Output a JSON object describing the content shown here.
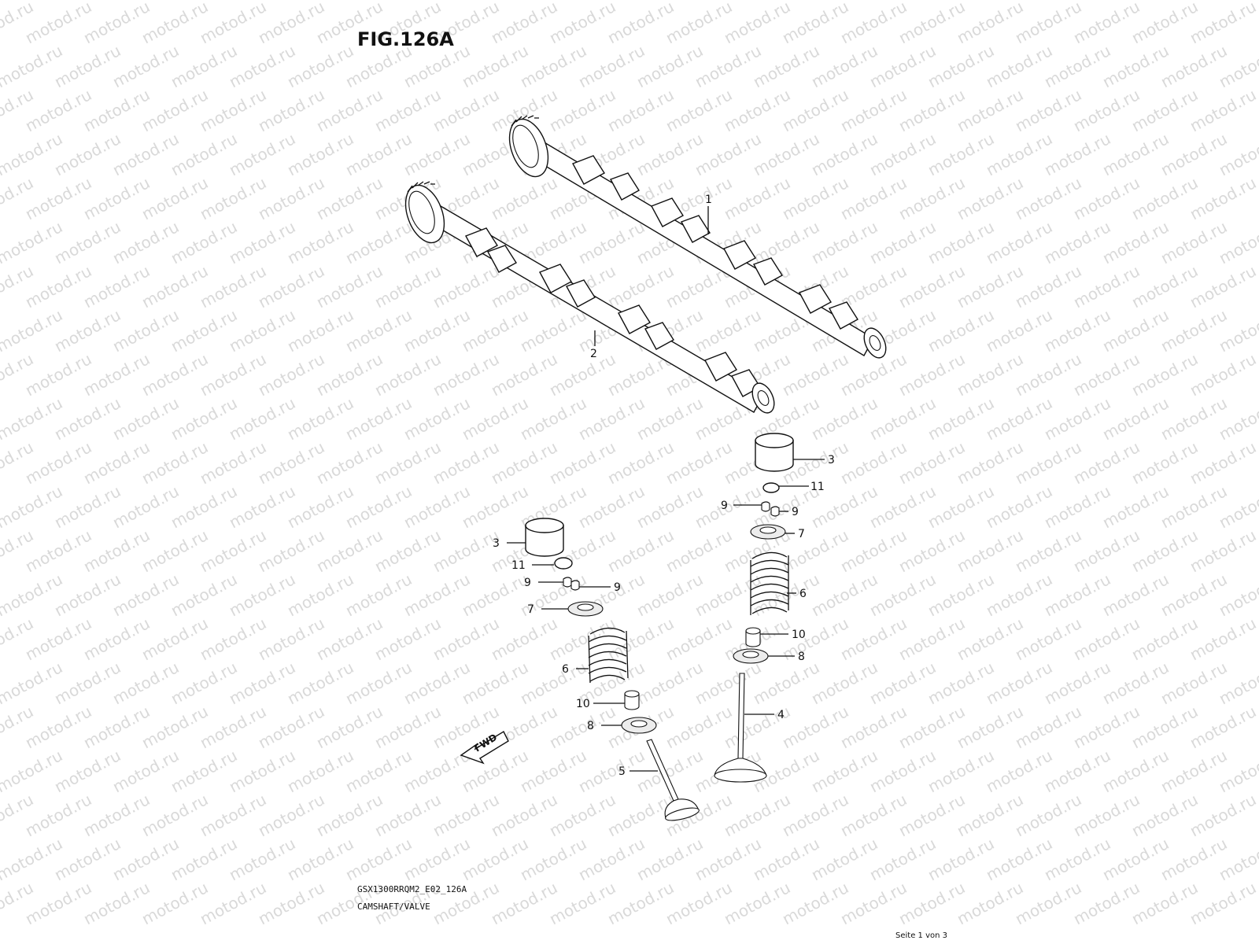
{
  "figure": {
    "title": "FIG.126A",
    "model_code": "GSX1300RRQM2_E02_126A",
    "caption": "CAMSHAFT/VALVE",
    "page_indicator": "Seite 1 von 3",
    "watermark_text": "motod.ru",
    "fwd_label": "FWD"
  },
  "callouts": [
    {
      "id": "cam-1",
      "label": "1"
    },
    {
      "id": "cam-2",
      "label": "2"
    },
    {
      "id": "tappet-right",
      "label": "3"
    },
    {
      "id": "shim-right",
      "label": "11"
    },
    {
      "id": "cotter-right-a",
      "label": "9"
    },
    {
      "id": "cotter-right-b",
      "label": "9"
    },
    {
      "id": "retainer-right",
      "label": "7"
    },
    {
      "id": "spring-right",
      "label": "6"
    },
    {
      "id": "seal-right",
      "label": "10"
    },
    {
      "id": "seat-right",
      "label": "8"
    },
    {
      "id": "valve-right",
      "label": "4"
    },
    {
      "id": "tappet-left",
      "label": "3"
    },
    {
      "id": "shim-left",
      "label": "11"
    },
    {
      "id": "cotter-left-a",
      "label": "9"
    },
    {
      "id": "cotter-left-b",
      "label": "9"
    },
    {
      "id": "retainer-left",
      "label": "7"
    },
    {
      "id": "spring-left",
      "label": "6"
    },
    {
      "id": "seal-left",
      "label": "10"
    },
    {
      "id": "seat-left",
      "label": "8"
    },
    {
      "id": "valve-left",
      "label": "5"
    }
  ],
  "colors": {
    "ink": "#111111",
    "watermark": "#d9d9d9",
    "background": "#ffffff"
  }
}
